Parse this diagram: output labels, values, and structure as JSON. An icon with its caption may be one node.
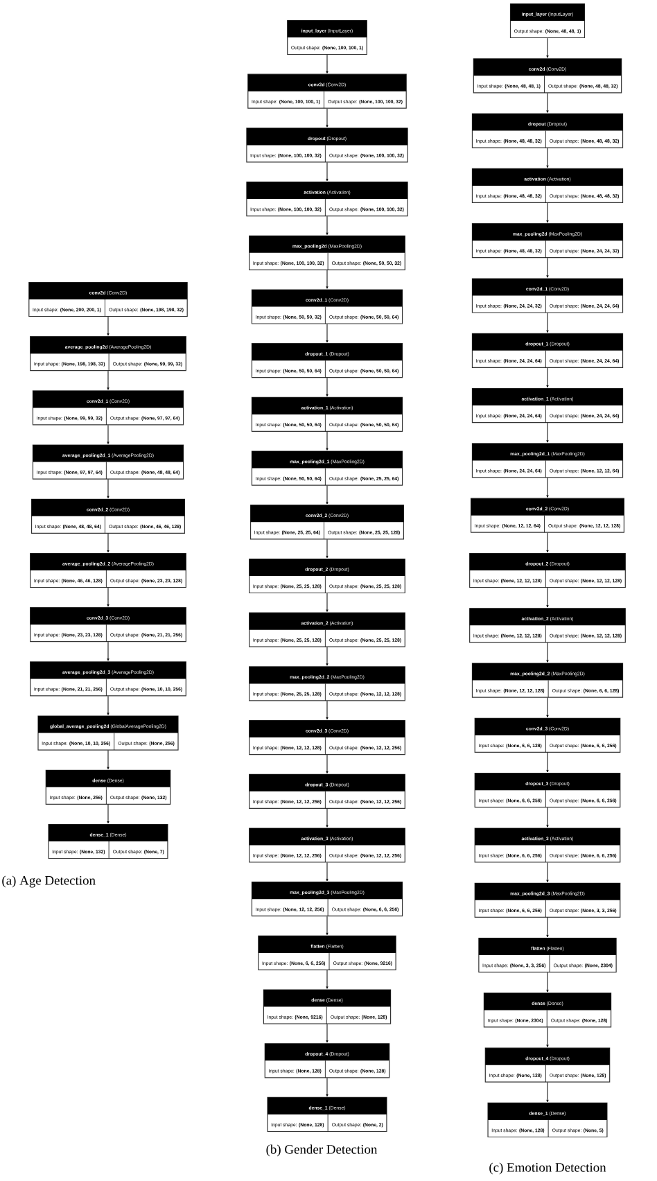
{
  "diagram": {
    "nodes": [
      {
        "text": [
          "**conv2d** (Conv2D)",
          "Input shape: **(None, 200, 200, 1)**",
          "Output shape: **(None, 198, 198, 32)**"
        ]
      },
      {
        "text": [
          "**average_pooling2d** (AveragePooling2D)",
          "Input shape: **(None, 198, 198, 32)**",
          "Output shape: **(None, 99, 99, 32)**"
        ]
      },
      {
        "text": [
          "**conv2d_1** (Conv2D)",
          "Input shape: **(None, 99, 99, 32)**",
          "Output shape: **(None, 97, 97, 64)**"
        ]
      },
      {
        "text": [
          "**average_pooling2d_1** (AveragePooling2D)",
          "Input shape: **(None, 97, 97, 64)**",
          "Output shape: **(None, 48, 48, 64)**"
        ]
      },
      {
        "text": [
          "**conv2d_2** (Conv2D)",
          "Input shape: **(None, 48, 48, 64)**",
          "Output shape: **(None, 46, 46, 128)**"
        ]
      },
      {
        "text": [
          "**average_pooling2d_2** (AveragePooling2D)",
          "Input shape: **(None, 46, 46, 128)**",
          "Output shape: **(None, 23, 23, 128)**"
        ]
      },
      {
        "text": [
          "**conv2d_3** (Conv2D)",
          "Input shape: **(None, 23, 23, 128)**",
          "Output shape: **(None, 21, 21, 256)**"
        ]
      },
      {
        "text": [
          "**average_pooling2d_3** (AveragePooling2D)",
          "Input shape: **(None, 21, 21, 256)**",
          "Output shape: **(None, 10, 10, 256)**"
        ]
      },
      {
        "text": [
          "**global_average_pooling2d** (GlobalAveragePooling2D)",
          "Input shape: **(None, 10, 10, 256)**",
          "Output shape: **(None, 256)**"
        ]
      },
      {
        "text": [
          "**dense** (Dense)",
          "Input shape: **(None, 256)**",
          "Output shape: **(None, 132)**"
        ]
      },
      {
        "text": [
          "**dense_1** (Dense)",
          "Input shape: **(None, 132)**",
          "Output shape: **(None, 7)**"
        ]
      },
      {
        "text": [
          "**input_layer** (InputLayer)",
          "Output shape: **(None, 100, 100, 1)**"
        ]
      },
      {
        "text": [
          "**conv2d** (Conv2D)",
          "Input shape: **(None, 100, 100, 1)**",
          "Output shape: **(None, 100, 100, 32)**"
        ]
      },
      {
        "text": [
          "**dropout** (Dropout)",
          "Input shape: **(None, 100, 100, 32)**",
          "Output shape: **(None, 100, 100, 32)**"
        ]
      },
      {
        "text": [
          "**activation** (Activation)",
          "Input shape: **(None, 100, 100, 32)**",
          "Output shape: **(None, 100, 100, 32)**"
        ]
      },
      {
        "text": [
          "**max_pooling2d** (MaxPooling2D)",
          "Input shape: **(None, 100, 100, 32)**",
          "Output shape: **(None, 50, 50, 32)**"
        ]
      },
      {
        "text": [
          "**conv2d_1** (Conv2D)",
          "Input shape: **(None, 50, 50, 32)**",
          "Output shape: **(None, 50, 50, 64)**"
        ]
      },
      {
        "text": [
          "**dropout_1** (Dropout)",
          "Input shape: **(None, 50, 50, 64)**",
          "Output shape: **(None, 50, 50, 64)**"
        ]
      },
      {
        "text": [
          "**activation_1** (Activation)",
          "Input shape: **(None, 50, 50, 64)**",
          "Output shape: **(None, 50, 50, 64)**"
        ]
      },
      {
        "text": [
          "**max_pooling2d_1** (MaxPooling2D)",
          "Input shape: **(None, 50, 50, 64)**",
          "Output shape: **(None, 25, 25, 64)**"
        ]
      },
      {
        "text": [
          "**conv2d_2** (Conv2D)",
          "Input shape: **(None, 25, 25, 64)**",
          "Output shape: **(None, 25, 25, 128)**"
        ]
      },
      {
        "text": [
          "**dropout_2** (Dropout)",
          "Input shape: **(None, 25, 25, 128)**",
          "Output shape: **(None, 25, 25, 128)**"
        ]
      },
      {
        "text": [
          "**activation_2** (Activation)",
          "Input shape: **(None, 25, 25, 128)**",
          "Output shape: **(None, 25, 25, 128)**"
        ]
      },
      {
        "text": [
          "**max_pooling2d_2** (MaxPooling2D)",
          "Input shape: **(None, 25, 25, 128)**",
          "Output shape: **(None, 12, 12, 128)**"
        ]
      },
      {
        "text": [
          "**conv2d_3** (Conv2D)",
          "Input shape: **(None, 12, 12, 128)**",
          "Output shape: **(None, 12, 12, 256)**"
        ]
      },
      {
        "text": [
          "**dropout_3** (Dropout)",
          "Input shape: **(None, 12, 12, 256)**",
          "Output shape: **(None, 12, 12, 256)**"
        ]
      },
      {
        "text": [
          "**activation_3** (Activation)",
          "Input shape: **(None, 12, 12, 256)**",
          "Output shape: **(None, 12, 12, 256)**"
        ]
      },
      {
        "text": [
          "**max_pooling2d_3** (MaxPooling2D)",
          "Input shape: **(None, 12, 12, 256)**",
          "Output shape: **(None, 6, 6, 256)**"
        ]
      },
      {
        "text": [
          "**flatten** (Flatten)",
          "Input shape: **(None, 6, 6, 256)**",
          "Output shape: **(None, 9216)**"
        ]
      },
      {
        "text": [
          "**dense** (Dense)",
          "Input shape: **(None, 9216)**",
          "Output shape: **(None, 128)**"
        ]
      },
      {
        "text": [
          "**dropout_4** (Dropout)",
          "Input shape: **(None, 128)**",
          "Output shape: **(None, 128)**"
        ]
      },
      {
        "text": [
          "**dense_1** (Dense)",
          "Input shape: **(None, 128)**",
          "Output shape: **(None, 2)**"
        ]
      },
      {
        "text": [
          "**input_layer** (InputLayer)",
          "Output shape: **(None, 48, 48, 1)**"
        ]
      },
      {
        "text": [
          "**conv2d** (Conv2D)",
          "Input shape: **(None, 48, 48, 1)**",
          "Output shape: **(None, 48, 48, 32)**"
        ]
      },
      {
        "text": [
          "**dropout** (Dropout)",
          "Input shape: **(None, 48, 48, 32)**",
          "Output shape: **(None, 48, 48, 32)**"
        ]
      },
      {
        "text": [
          "**activation** (Activation)",
          "Input shape: **(None, 48, 48, 32)**",
          "Output shape: **(None, 48, 48, 32)**"
        ]
      },
      {
        "text": [
          "**max_pooling2d** (MaxPooling2D)",
          "Input shape: **(None, 48, 48, 32)**",
          "Output shape: **(None, 24, 24, 32)**"
        ]
      },
      {
        "text": [
          "**conv2d_1** (Conv2D)",
          "Input shape: **(None, 24, 24, 32)**",
          "Output shape: **(None, 24, 24, 64)**"
        ]
      },
      {
        "text": [
          "**dropout_1** (Dropout)",
          "Input shape: **(None, 24, 24, 64)**",
          "Output shape: **(None, 24, 24, 64)**"
        ]
      },
      {
        "text": [
          "**activation_1** (Activation)",
          "Input shape: **(None, 24, 24, 64)**",
          "Output shape: **(None, 24, 24, 64)**"
        ]
      },
      {
        "text": [
          "**max_pooling2d_1** (MaxPooling2D)",
          "Input shape: **(None, 24, 24, 64)**",
          "Output shape: **(None, 12, 12, 64)**"
        ]
      },
      {
        "text": [
          "**conv2d_2** (Conv2D)",
          "Input shape: **(None, 12, 12, 64)**",
          "Output shape: **(None, 12, 12, 128)**"
        ]
      },
      {
        "text": [
          "**dropout_2** (Dropout)",
          "Input shape: **(None, 12, 12, 128)**",
          "Output shape: **(None, 12, 12, 128)**"
        ]
      },
      {
        "text": [
          "**activation_2** (Activation)",
          "Input shape: **(None, 12, 12, 128)**",
          "Output shape: **(None, 12, 12, 128)**"
        ]
      },
      {
        "text": [
          "**max_pooling2d_2** (MaxPooling2D)",
          "Input shape: **(None, 12, 12, 128)**",
          "Output shape: **(None, 6, 6, 128)**"
        ]
      },
      {
        "text": [
          "**conv2d_3** (Conv2D)",
          "Input shape: **(None, 6, 6, 128)**",
          "Output shape: **(None, 6, 6, 256)**"
        ]
      },
      {
        "text": [
          "**dropout_3** (Dropout)",
          "Input shape: **(None, 6, 6, 256)**",
          "Output shape: **(None, 6, 6, 256)**"
        ]
      },
      {
        "text": [
          "**activation_3** (Activation)",
          "Input shape: **(None, 6, 6, 256)**",
          "Output shape: **(None, 6, 6, 256)**"
        ]
      },
      {
        "text": [
          "**max_pooling2d_3** (MaxPooling2D)",
          "Input shape: **(None, 6, 6, 256)**",
          "Output shape: **(None, 3, 3, 256)**"
        ]
      },
      {
        "text": [
          "**flatten** (Flatten)",
          "Input shape: **(None, 3, 3, 256)**",
          "Output shape: **(None, 2304)**"
        ]
      },
      {
        "text": [
          "**dense** (Dense)",
          "Input shape: **(None, 2304)**",
          "Output shape: **(None, 128)**"
        ]
      },
      {
        "text": [
          "**dropout_4** (Dropout)",
          "Input shape: **(None, 128)**",
          "Output shape: **(None, 128)**"
        ]
      },
      {
        "text": [
          "**dense_1** (Dense)",
          "Input shape: **(None, 128)**",
          "Output shape: **(None, 5)**"
        ]
      }
    ],
    "edges": [
      {
        "from": 0,
        "to": 1,
        "arrow": "to"
      },
      {
        "from": 1,
        "to": 2,
        "arrow": "to"
      },
      {
        "from": 2,
        "to": 3,
        "arrow": "to"
      },
      {
        "from": 3,
        "to": 4,
        "arrow": "to"
      },
      {
        "from": 4,
        "to": 5,
        "arrow": "to"
      },
      {
        "from": 5,
        "to": 6,
        "arrow": "to"
      },
      {
        "from": 6,
        "to": 7,
        "arrow": "to"
      },
      {
        "from": 7,
        "to": 8,
        "arrow": "to"
      },
      {
        "from": 8,
        "to": 9,
        "arrow": "to"
      },
      {
        "from": 9,
        "to": 10,
        "arrow": "to"
      },
      {
        "from": 11,
        "to": 12,
        "arrow": "to"
      },
      {
        "from": 12,
        "to": 13,
        "arrow": "to"
      },
      {
        "from": 13,
        "to": 14,
        "arrow": "to"
      },
      {
        "from": 14,
        "to": 15,
        "arrow": "to"
      },
      {
        "from": 15,
        "to": 16,
        "arrow": "to"
      },
      {
        "from": 16,
        "to": 17,
        "arrow": "to"
      },
      {
        "from": 17,
        "to": 18,
        "arrow": "to"
      },
      {
        "from": 18,
        "to": 19,
        "arrow": "to"
      },
      {
        "from": 19,
        "to": 20,
        "arrow": "to"
      },
      {
        "from": 20,
        "to": 21,
        "arrow": "to"
      },
      {
        "from": 21,
        "to": 22,
        "arrow": "to"
      },
      {
        "from": 22,
        "to": 23,
        "arrow": "to"
      },
      {
        "from": 23,
        "to": 24,
        "arrow": "to"
      },
      {
        "from": 24,
        "to": 25,
        "arrow": "to"
      },
      {
        "from": 25,
        "to": 26,
        "arrow": "to"
      },
      {
        "from": 26,
        "to": 27,
        "arrow": "to"
      },
      {
        "from": 27,
        "to": 28,
        "arrow": "to"
      },
      {
        "from": 28,
        "to": 29,
        "arrow": "to"
      },
      {
        "from": 29,
        "to": 30,
        "arrow": "to"
      },
      {
        "from": 30,
        "to": 31,
        "arrow": "to"
      },
      {
        "from": 32,
        "to": 33,
        "arrow": "to"
      },
      {
        "from": 33,
        "to": 34,
        "arrow": "to"
      },
      {
        "from": 34,
        "to": 35,
        "arrow": "to"
      },
      {
        "from": 35,
        "to": 36,
        "arrow": "to"
      },
      {
        "from": 36,
        "to": 37,
        "arrow": "to"
      },
      {
        "from": 37,
        "to": 38,
        "arrow": "to"
      },
      {
        "from": 38,
        "to": 39,
        "arrow": "to"
      },
      {
        "from": 39,
        "to": 40,
        "arrow": "to"
      },
      {
        "from": 40,
        "to": 41,
        "arrow": "to"
      },
      {
        "from": 41,
        "to": 42,
        "arrow": "to"
      },
      {
        "from": 42,
        "to": 43,
        "arrow": "to"
      },
      {
        "from": 43,
        "to": 44,
        "arrow": "to"
      },
      {
        "from": 44,
        "to": 45,
        "arrow": "to"
      },
      {
        "from": 45,
        "to": 46,
        "arrow": "to"
      },
      {
        "from": 46,
        "to": 47,
        "arrow": "to"
      },
      {
        "from": 47,
        "to": 48,
        "arrow": "to"
      },
      {
        "from": 48,
        "to": 49,
        "arrow": "to"
      },
      {
        "from": 49,
        "to": 50,
        "arrow": "to"
      },
      {
        "from": 50,
        "to": 51,
        "arrow": "to"
      },
      {
        "from": 51,
        "to": 52,
        "arrow": "to"
      }
    ],
    "labels": [
      "(a) Age Detection",
      "(b) Gender Detection",
      "(c) Emotion Detection"
    ]
  }
}
